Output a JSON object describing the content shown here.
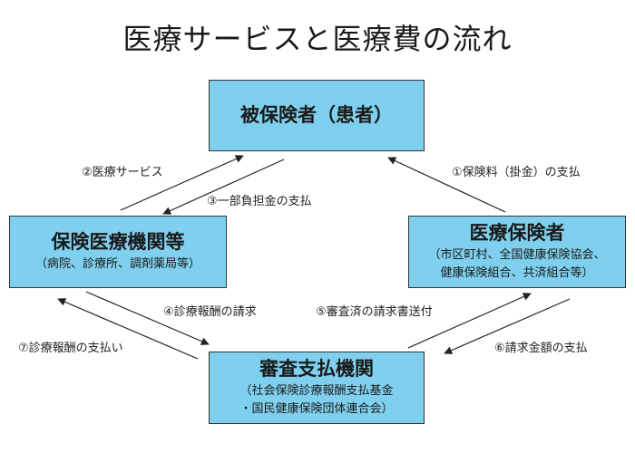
{
  "title": "医療サービスと医療費の流れ",
  "patient": {
    "name": "被保険者（患者）"
  },
  "provider": {
    "name": "保険医療機関等",
    "sub": "（病院、診療所、調剤薬局等）"
  },
  "insurer": {
    "name": "医療保険者",
    "sub1": "（市区町村、全国健康保険協会、",
    "sub2": "健康保険組合、共済組合等）"
  },
  "review": {
    "name": "審査支払機関",
    "sub1": "（社会保険診療報酬支払基金",
    "sub2": "・国民健康保険団体連合会）"
  },
  "flows": {
    "f1": "①保険料（掛金）の支払",
    "f2": "②医療サービス",
    "f3": "③一部負担金の支払",
    "f4": "④診療報酬の請求",
    "f5": "⑤審査済の請求書送付",
    "f6": "⑥請求金額の支払",
    "f7": "⑦診療報酬の支払い"
  },
  "colors": {
    "box_fill": "#7fd0ee",
    "border": "#333333",
    "arrow": "#222222"
  }
}
